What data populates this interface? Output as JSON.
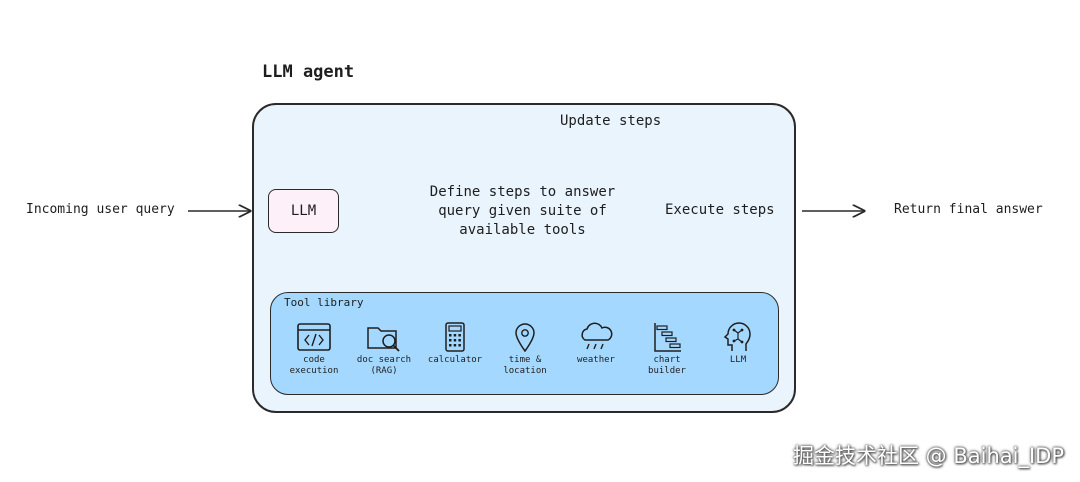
{
  "agent_title": "LLM agent",
  "llm_label": "LLM",
  "incoming_label": "Incoming user query",
  "define_steps_label": "Define steps to answer query given suite of available tools",
  "execute_label": "Execute steps",
  "update_label": "Update steps",
  "return_label": "Return final answer",
  "tool_library": {
    "title": "Tool library",
    "tools": [
      {
        "label": "code\nexecution",
        "icon": "code-icon"
      },
      {
        "label": "doc search\n(RAG)",
        "icon": "doc-search-icon"
      },
      {
        "label": "calculator",
        "icon": "calculator-icon"
      },
      {
        "label": "time &\nlocation",
        "icon": "location-pin-icon"
      },
      {
        "label": "weather",
        "icon": "weather-icon"
      },
      {
        "label": "chart\nbuilder",
        "icon": "chart-icon"
      },
      {
        "label": "LLM",
        "icon": "brain-icon"
      }
    ]
  },
  "watermark": "掘金技术社区 @ Baihai_IDP",
  "colors": {
    "agent_fill": "#e9f4fd",
    "llm_fill": "#fdf0f8",
    "tool_fill": "#a5d8ff",
    "stroke": "#2a2a2a"
  }
}
